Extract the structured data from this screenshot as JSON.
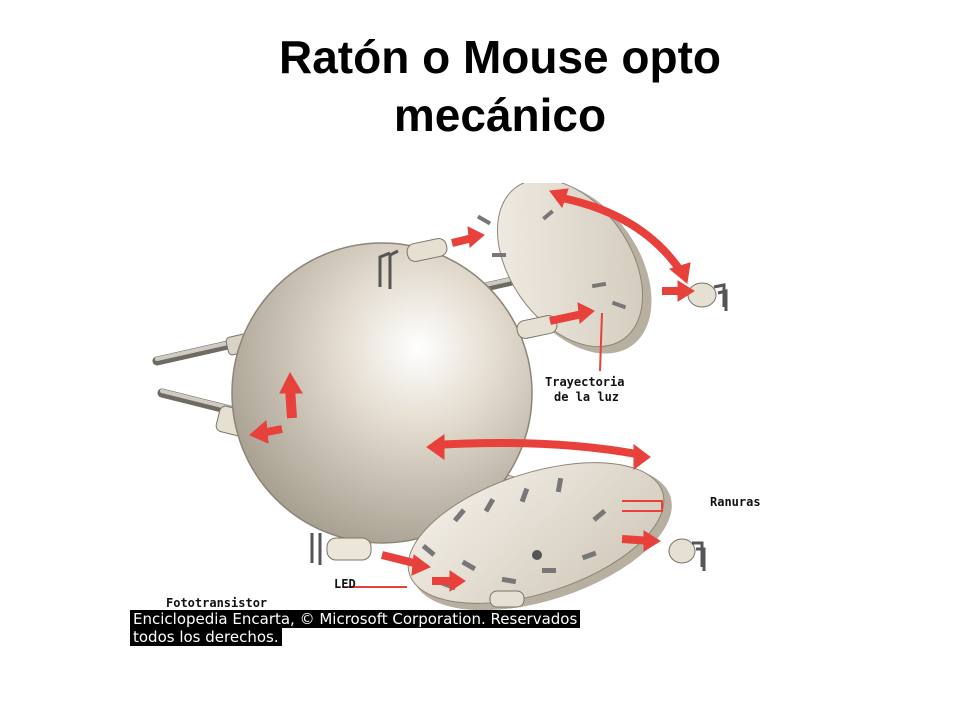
{
  "title": {
    "line1": "Ratón o Mouse opto",
    "line2": "mecánico"
  },
  "labels": {
    "light_path_1": "Trayectoria",
    "light_path_2": "de la luz",
    "slots": "Ranuras",
    "led": "LED",
    "phototransistor": "Fototransistor"
  },
  "credit": {
    "line1": "Enciclopedia Encarta, © Microsoft Corporation. Reservados",
    "line2": "todos los derechos."
  },
  "colors": {
    "arrow": "#e8403a",
    "ball": "#d8cfc0",
    "disc": "#e9e3d8",
    "shaft": "#9a9690",
    "credit_bg": "#000000"
  }
}
